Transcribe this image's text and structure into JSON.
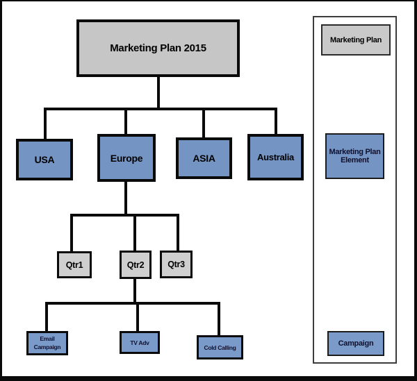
{
  "diagram": {
    "title": "Marketing Plan 2015 organization chart",
    "root": {
      "label": "Marketing Plan 2015"
    },
    "regions": [
      {
        "label": "USA"
      },
      {
        "label": "Europe"
      },
      {
        "label": "ASIA"
      },
      {
        "label": "Australia"
      }
    ],
    "quarters_parent": "Europe",
    "quarters": [
      {
        "label": "Qtr1"
      },
      {
        "label": "Qtr2"
      },
      {
        "label": "Qtr3"
      }
    ],
    "campaigns_parent": "Qtr2",
    "campaigns": [
      {
        "label": "Email Campaign"
      },
      {
        "label": "TV Adv"
      },
      {
        "label": "Cold Calling"
      }
    ]
  },
  "legend": {
    "items": [
      {
        "label": "Marketing Plan",
        "type": "plan"
      },
      {
        "label": "Marketing Plan Element",
        "type": "element"
      },
      {
        "label": "Campaign",
        "type": "campaign"
      }
    ]
  },
  "colors": {
    "plan_fill": "#c6c6c6",
    "element_fill": "#7494c4",
    "connector": "#0a0a0a",
    "border": "#0a0a0a",
    "background": "#ffffff"
  }
}
